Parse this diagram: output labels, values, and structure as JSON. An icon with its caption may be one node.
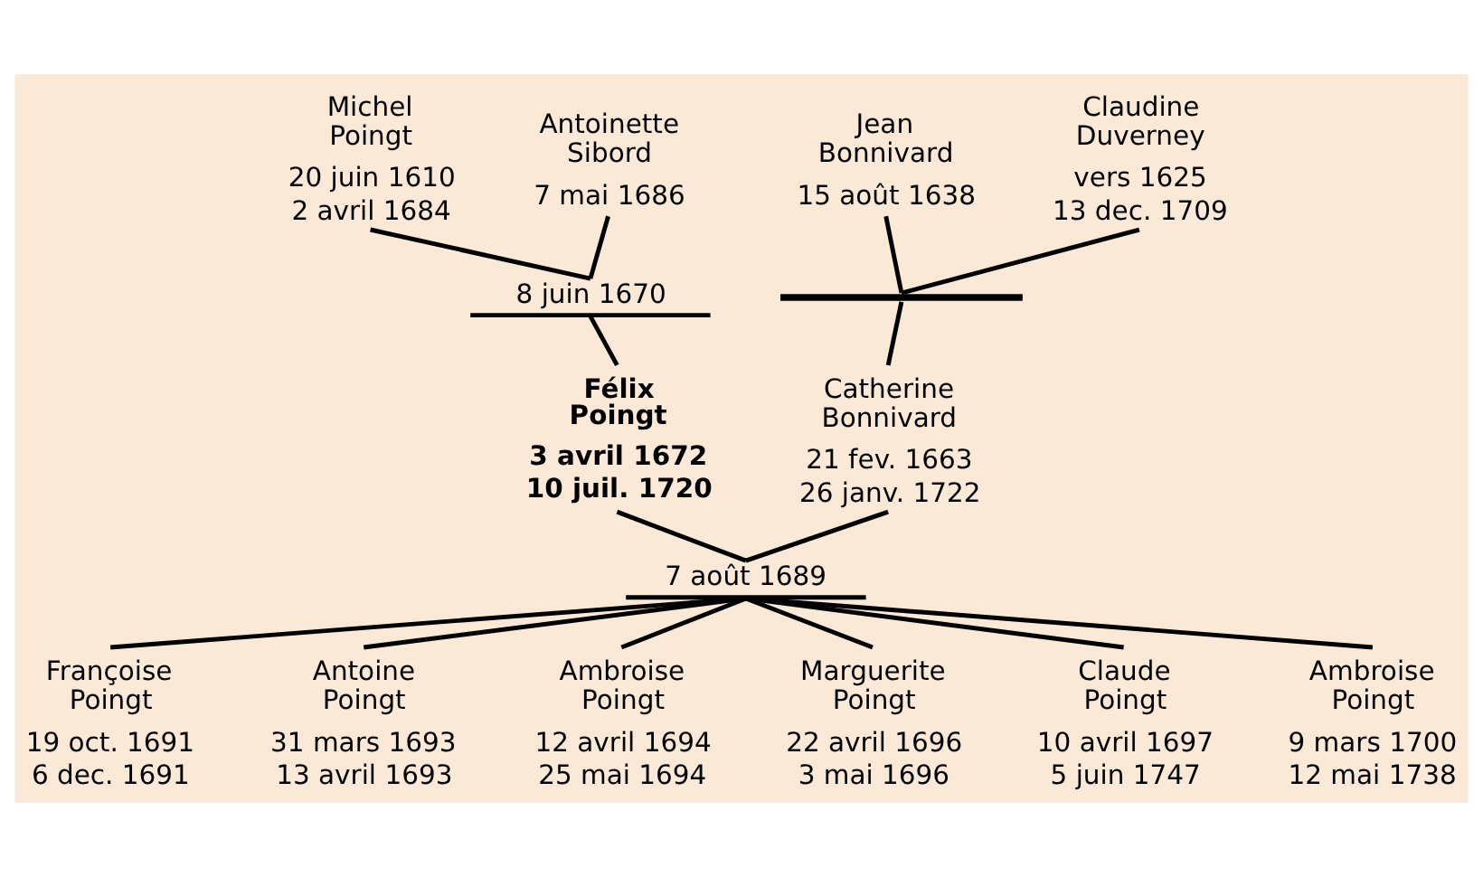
{
  "diagram": {
    "nodes": [
      {
        "text": [
          "Michel Poingt",
          "20 juin 1610",
          "2 avril 1684"
        ]
      },
      {
        "text": [
          "Antoinette Sibord",
          "7 mai 1686"
        ]
      },
      {
        "text": [
          "Jean Bonnivard",
          "15 août 1638"
        ]
      },
      {
        "text": [
          "Claudine Duverney",
          "vers 1625",
          "13 dec. 1709"
        ]
      },
      {
        "text": [
          "8 juin 1670"
        ]
      },
      {
        "text": [],
        "shape": "bar"
      },
      {
        "text": [
          "Félix Poingt",
          "3 avril 1672",
          "10 juil. 1720"
        ]
      },
      {
        "text": [
          "Catherine Bonnivard",
          "21 fev. 1663",
          "26 janv. 1722"
        ]
      },
      {
        "text": [
          "7 août 1689"
        ]
      },
      {
        "text": [
          "Françoise Poingt",
          "19 oct. 1691",
          "6 dec. 1691"
        ]
      },
      {
        "text": [
          "Antoine Poingt",
          "31 mars 1693",
          "13 avril 1693"
        ]
      },
      {
        "text": [
          "Ambroise Poingt",
          "12 avril 1694",
          "25 mai 1694"
        ]
      },
      {
        "text": [
          "Marguerite Poingt",
          "22 avril 1696",
          "3 mai 1696"
        ]
      },
      {
        "text": [
          "Claude Poingt",
          "10 avril 1697",
          "5 juin 1747"
        ]
      },
      {
        "text": [
          "Ambroise Poingt",
          "9 mars 1700",
          "12 mai 1738"
        ]
      }
    ],
    "edges": [
      {
        "from": 0,
        "to": 4,
        "arrow": "none"
      },
      {
        "from": 1,
        "to": 4,
        "arrow": "none"
      },
      {
        "from": 4,
        "to": 6,
        "arrow": "none"
      },
      {
        "from": 2,
        "to": 5,
        "arrow": "none"
      },
      {
        "from": 3,
        "to": 5,
        "arrow": "none"
      },
      {
        "from": 5,
        "to": 7,
        "arrow": "none"
      },
      {
        "from": 6,
        "to": 8,
        "arrow": "none"
      },
      {
        "from": 7,
        "to": 8,
        "arrow": "none"
      },
      {
        "from": 8,
        "to": 9,
        "arrow": "none"
      },
      {
        "from": 8,
        "to": 10,
        "arrow": "none"
      },
      {
        "from": 8,
        "to": 11,
        "arrow": "none"
      },
      {
        "from": 8,
        "to": 12,
        "arrow": "none"
      },
      {
        "from": 8,
        "to": 13,
        "arrow": "none"
      },
      {
        "from": 8,
        "to": 14,
        "arrow": "none"
      }
    ]
  }
}
